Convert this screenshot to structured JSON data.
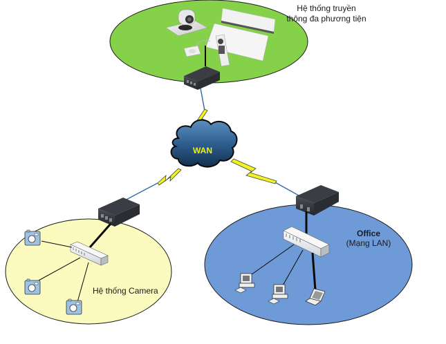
{
  "diagram": {
    "type": "network-topology",
    "colors": {
      "multimedia_zone": "#86d14a",
      "camera_zone": "#fbfbbf",
      "office_zone": "#6f9ad8",
      "wan_cloud": "#2f5f8f",
      "lightning": "#f5f02a",
      "wan_text": "#f2f200"
    },
    "zones": {
      "multimedia": {
        "label_line1": "Hệ thống truyền",
        "label_line2": "thông đa phương tiện",
        "devices": [
          "ptz-camera",
          "codec-unit",
          "display-panel",
          "remote-control",
          "microphone",
          "media-converter"
        ]
      },
      "camera": {
        "label": "Hệ thống Camera",
        "devices": [
          "media-converter",
          "switch",
          "ip-camera",
          "ip-camera",
          "ip-camera"
        ]
      },
      "office": {
        "label_title": "Office",
        "label_subtitle": "(Mạng LAN)",
        "devices": [
          "media-converter",
          "switch",
          "desktop-pc",
          "desktop-pc",
          "laptop"
        ]
      }
    },
    "wan": {
      "label": "WAN"
    },
    "links": [
      {
        "from": "multimedia.media-converter",
        "to": "wan",
        "kind": "wireless/fiber"
      },
      {
        "from": "wan",
        "to": "camera.media-converter",
        "kind": "wireless/fiber"
      },
      {
        "from": "wan",
        "to": "office.media-converter",
        "kind": "wireless/fiber"
      },
      {
        "from": "camera.media-converter",
        "to": "camera.switch",
        "kind": "ethernet"
      },
      {
        "from": "camera.switch",
        "to": "camera.ip-camera",
        "kind": "ethernet",
        "count": 3
      },
      {
        "from": "office.media-converter",
        "to": "office.switch",
        "kind": "ethernet"
      },
      {
        "from": "office.switch",
        "to": "office.desktop-pc",
        "kind": "ethernet",
        "count": 2
      },
      {
        "from": "office.switch",
        "to": "office.laptop",
        "kind": "ethernet"
      }
    ]
  }
}
